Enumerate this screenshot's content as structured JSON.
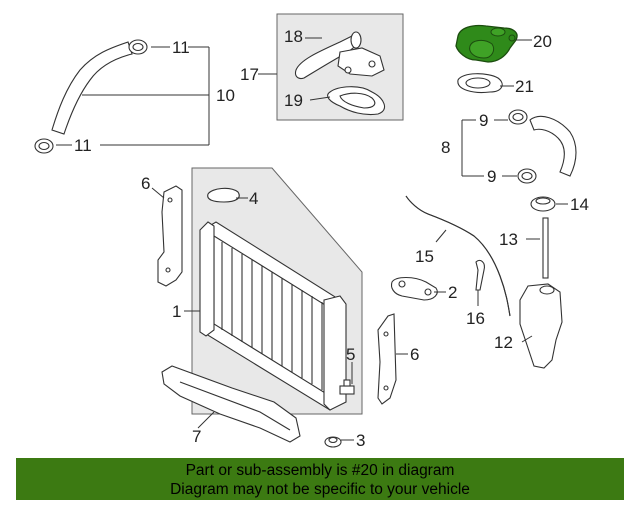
{
  "callouts": {
    "c1": "1",
    "c2": "2",
    "c3": "3",
    "c4": "4",
    "c5": "5",
    "c6a": "6",
    "c6b": "6",
    "c7": "7",
    "c8": "8",
    "c9a": "9",
    "c9b": "9",
    "c10": "10",
    "c11a": "11",
    "c11b": "11",
    "c12": "12",
    "c13": "13",
    "c14": "14",
    "c15": "15",
    "c16": "16",
    "c17": "17",
    "c18": "18",
    "c19": "19",
    "c20": "20",
    "c21": "21"
  },
  "highlighted_part": "20",
  "colors": {
    "highlight": "#2f8a1a",
    "banner": "#3c7a12"
  },
  "banner": {
    "line1": "Part or sub-assembly is #20 in diagram",
    "line2": "Diagram may not be specific to your vehicle"
  }
}
